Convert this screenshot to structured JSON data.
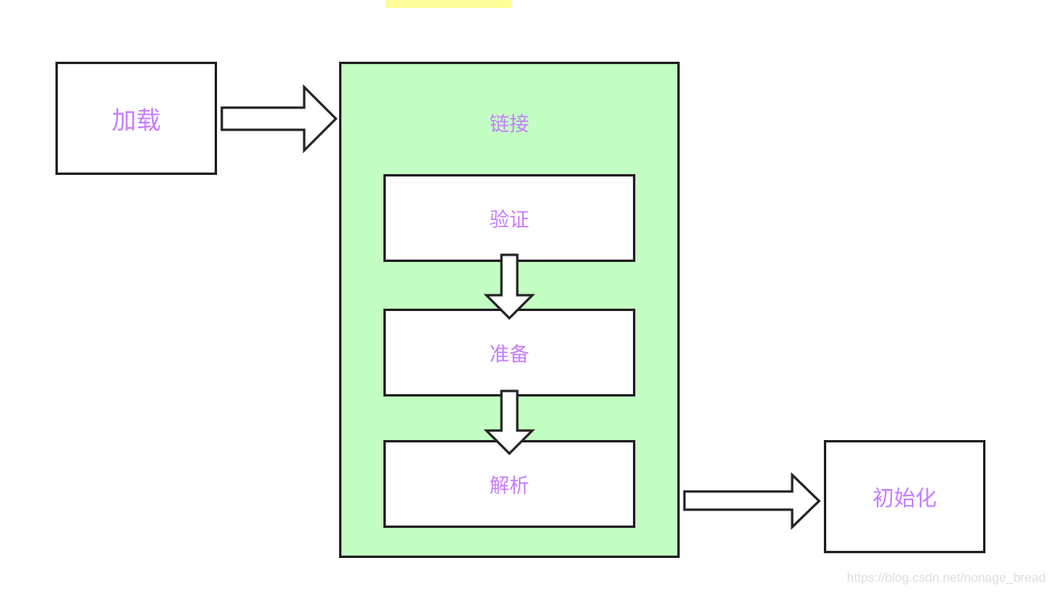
{
  "nodes": {
    "load": "加载",
    "link": "链接",
    "verify": "验证",
    "prepare": "准备",
    "resolve": "解析",
    "init": "初始化"
  },
  "watermark": "https://blog.csdn.net/nonage_bread",
  "colors": {
    "label": "#c77dff",
    "link_fill": "#c3ffc3",
    "border": "#222222",
    "highlight": "#ffff99"
  }
}
